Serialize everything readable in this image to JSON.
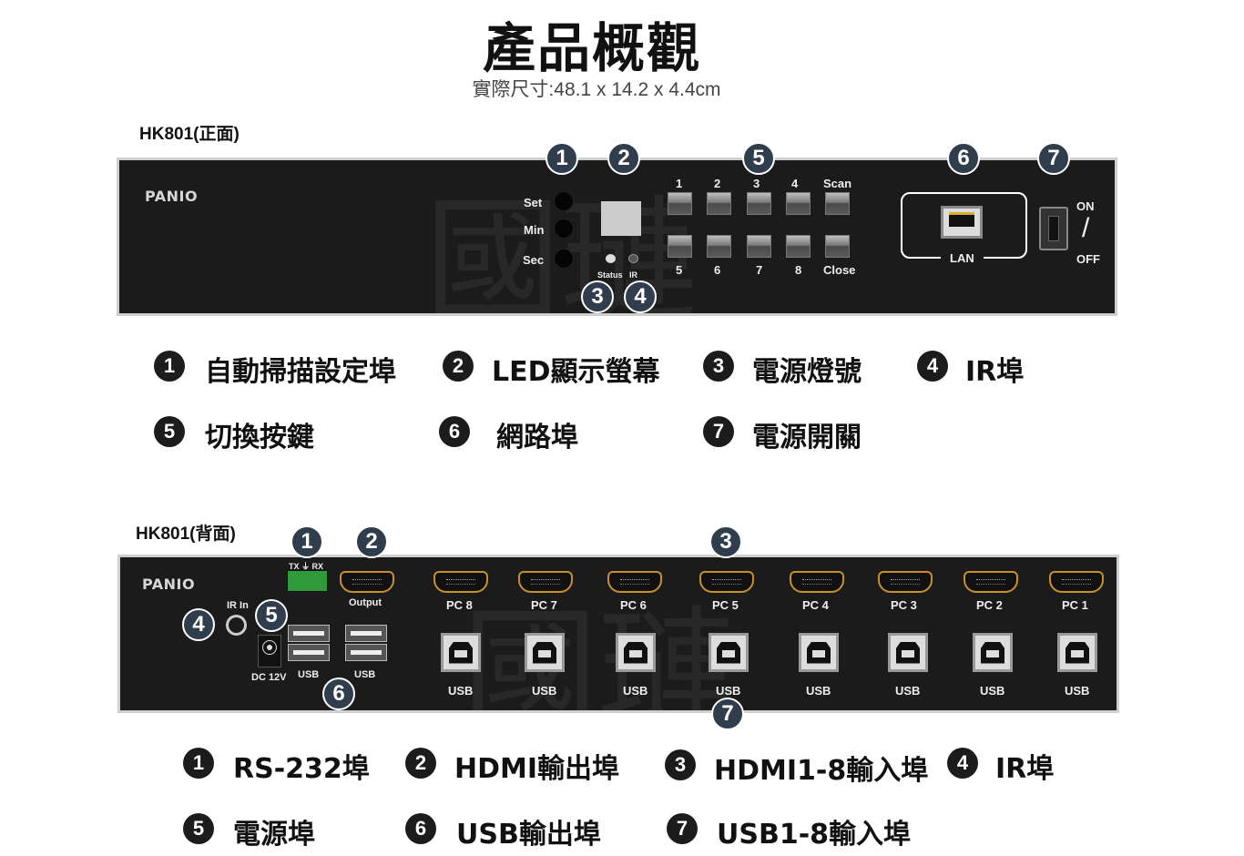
{
  "title": "產品概觀",
  "dimensions": "實際尺寸:48.1 x 14.2 x 4.4cm",
  "watermark": "國璉",
  "brand": "PANIO",
  "front": {
    "heading": "HK801(正面)",
    "buttons": [
      "Set",
      "Min",
      "Sec"
    ],
    "led_labels": [
      "Status",
      "IR"
    ],
    "keys_top": [
      "1",
      "2",
      "3",
      "4",
      "Scan"
    ],
    "keys_bottom": [
      "5",
      "6",
      "7",
      "8",
      "Close"
    ],
    "lan": "LAN",
    "on": "ON",
    "slash": "/",
    "off": "OFF",
    "badges": [
      "1",
      "2",
      "3",
      "4",
      "5",
      "6",
      "7"
    ],
    "legend": [
      {
        "n": "1",
        "text": "自動掃描設定埠"
      },
      {
        "n": "2",
        "text": "LED顯示螢幕"
      },
      {
        "n": "3",
        "text": "電源燈號"
      },
      {
        "n": "4",
        "text": "IR埠"
      },
      {
        "n": "5",
        "text": "切換按鍵"
      },
      {
        "n": "6",
        "text": "網路埠"
      },
      {
        "n": "7",
        "text": "電源開關"
      }
    ]
  },
  "back": {
    "heading": "HK801(背面)",
    "rs232": "TX ⏚ RX",
    "output": "Output",
    "ir_in": "IR In",
    "dc": "DC 12V",
    "usb": "USB",
    "pcs": [
      "PC 8",
      "PC 7",
      "PC 6",
      "PC 5",
      "PC 4",
      "PC 3",
      "PC 2",
      "PC 1"
    ],
    "badges": [
      "1",
      "2",
      "3",
      "4",
      "5",
      "6",
      "7"
    ],
    "legend": [
      {
        "n": "1",
        "text": "RS-232埠"
      },
      {
        "n": "2",
        "text": "HDMI輸出埠"
      },
      {
        "n": "3",
        "text": "HDMI1-8輸入埠"
      },
      {
        "n": "4",
        "text": "IR埠"
      },
      {
        "n": "5",
        "text": "電源埠"
      },
      {
        "n": "6",
        "text": "USB輸出埠"
      },
      {
        "n": "7",
        "text": "USB1-8輸入埠"
      }
    ]
  },
  "colors": {
    "badge": "#2f3d4d",
    "panel": "#1b1b1b",
    "hdmi": "#c8902a",
    "terminal": "#2e9a3a"
  }
}
